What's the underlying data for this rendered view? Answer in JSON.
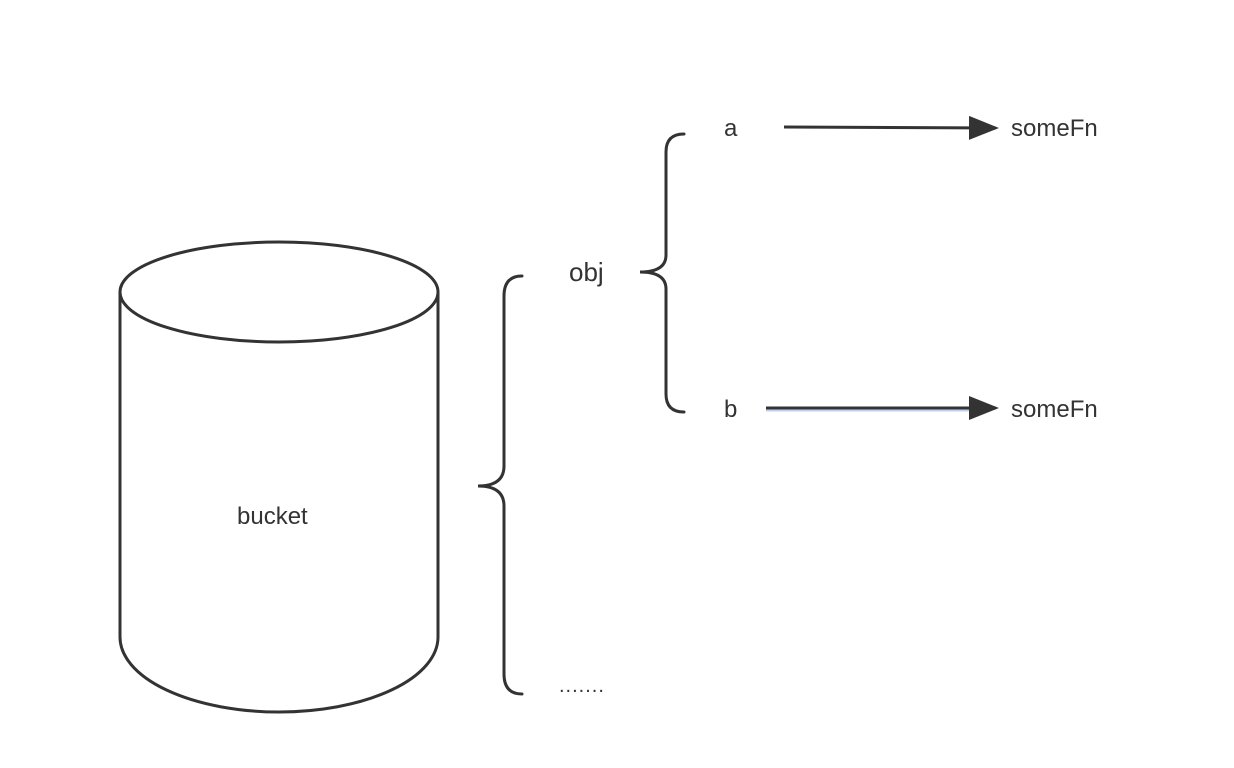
{
  "colors": {
    "stroke": "#333333",
    "text": "#333333",
    "highlight": "#4a78d4",
    "background": "#ffffff"
  },
  "bucket": {
    "label": "bucket"
  },
  "object": {
    "label": "obj"
  },
  "properties": [
    {
      "key": "a",
      "target": "someFn"
    },
    {
      "key": "b",
      "target": "someFn"
    }
  ],
  "ellipsis": "......."
}
